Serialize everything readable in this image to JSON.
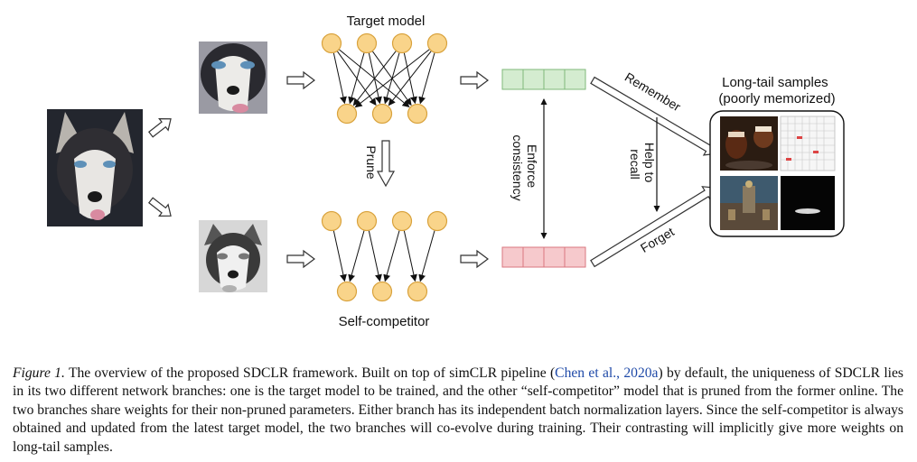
{
  "figure": {
    "target_model_label": "Target model",
    "self_competitor_label": "Self-competitor",
    "prune_label": "Prune",
    "enforce_label": [
      "Enforce",
      "consistency"
    ],
    "remember_label": "Remember",
    "forget_label": "Forget",
    "help_label": [
      "Help to",
      "recall"
    ],
    "longtail_title": [
      "Long-tail samples",
      "(poorly memorized)"
    ],
    "colors": {
      "node_fill": "#f9d48a",
      "node_stroke": "#d9a23c",
      "target_feature_fill": "#d4ecd0",
      "target_feature_stroke": "#7fb87a",
      "competitor_feature_fill": "#f6c9cc",
      "competitor_feature_stroke": "#d9777f"
    }
  },
  "caption": {
    "label": "Figure 1.",
    "text_before_cite": "The overview of the proposed SDCLR framework. Built on top of simCLR pipeline (",
    "cite": "Chen et al., 2020a",
    "text_after_cite": ") by default, the uniqueness of SDCLR lies in its two different network branches: one is the target model to be trained, and the other “self-competitor” model that is pruned from the former online. The two branches share weights for their non-pruned parameters. Either branch has its independent batch normalization layers. Since the self-competitor is always obtained and updated from the latest target model, the two branches will co-evolve during training. Their contrasting will implicitly give more weights on long-tail samples."
  }
}
